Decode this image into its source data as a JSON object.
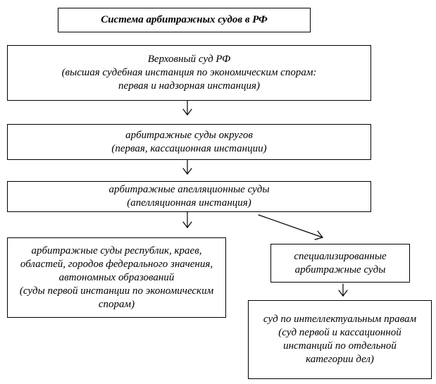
{
  "title": "Система арбитражных судов в РФ",
  "nodes": {
    "supreme": {
      "lines": [
        "Верховный суд РФ",
        "(высшая судебная инстанция по экономическим спорам:",
        "первая и надзорная инстанция)"
      ]
    },
    "district": {
      "lines": [
        "арбитражные суды округов",
        "(первая, кассационная инстанции)"
      ]
    },
    "appeal": {
      "lines": [
        "арбитражные апелляционные суды",
        "(апелляционная инстанция)"
      ]
    },
    "regional": {
      "lines": [
        "арбитражные суды республик, краев,",
        "областей, городов федерального значения,",
        "автономных образований",
        "(суды первой инстанции по экономическим",
        "спорам)"
      ]
    },
    "specialized": {
      "lines": [
        "специализированные",
        "арбитражные суды"
      ]
    },
    "ip_court": {
      "lines": [
        "суд по интеллектуальным правам",
        "(суд первой и кассационной",
        "инстанций по отдельной",
        "категории дел)"
      ]
    }
  }
}
